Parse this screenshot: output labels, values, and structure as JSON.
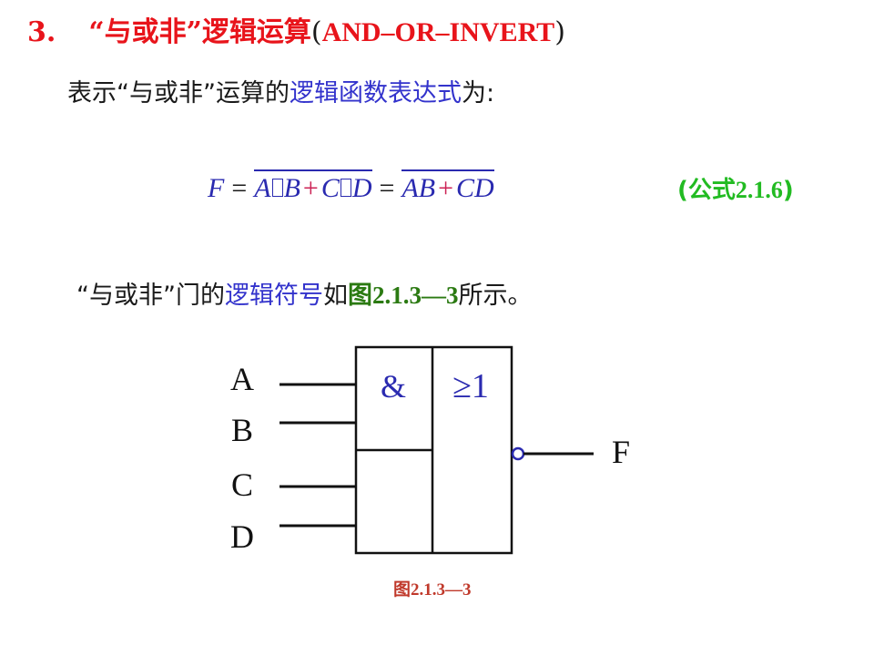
{
  "title": {
    "number": "3.",
    "text": "“与或非”逻辑运算",
    "paren_open": "(",
    "english": "AND–OR–INVERT",
    "paren_close": ")"
  },
  "line1": {
    "prefix": "表示“与或非”运算的",
    "highlight": "逻辑函数表达式",
    "suffix": "为:"
  },
  "formula": {
    "f": "F",
    "eq": "=",
    "a": "A",
    "b": "B",
    "plus": "+",
    "c": "C",
    "d": "D",
    "ab": "AB",
    "cd": "CD"
  },
  "equation_number": {
    "open": "(公式",
    "num": "2.1.6",
    "close": ")"
  },
  "line2": {
    "prefix": "“与或非”门的",
    "highlight": "逻辑符号",
    "mid": "如",
    "figref": "图2.1.3—3",
    "suffix": "所示。"
  },
  "diagram": {
    "inputs": [
      "A",
      "B",
      "C",
      "D"
    ],
    "and_symbol": "&",
    "or_symbol": "≥1",
    "output": "F"
  },
  "caption": "图2.1.3—3",
  "colors": {
    "title": "#e8141b",
    "blue": "#3333cc",
    "green": "#2b7a12",
    "eq_number": "#22bb22",
    "gate_stroke": "#111111",
    "gate_symbol": "#2a2ab0"
  }
}
